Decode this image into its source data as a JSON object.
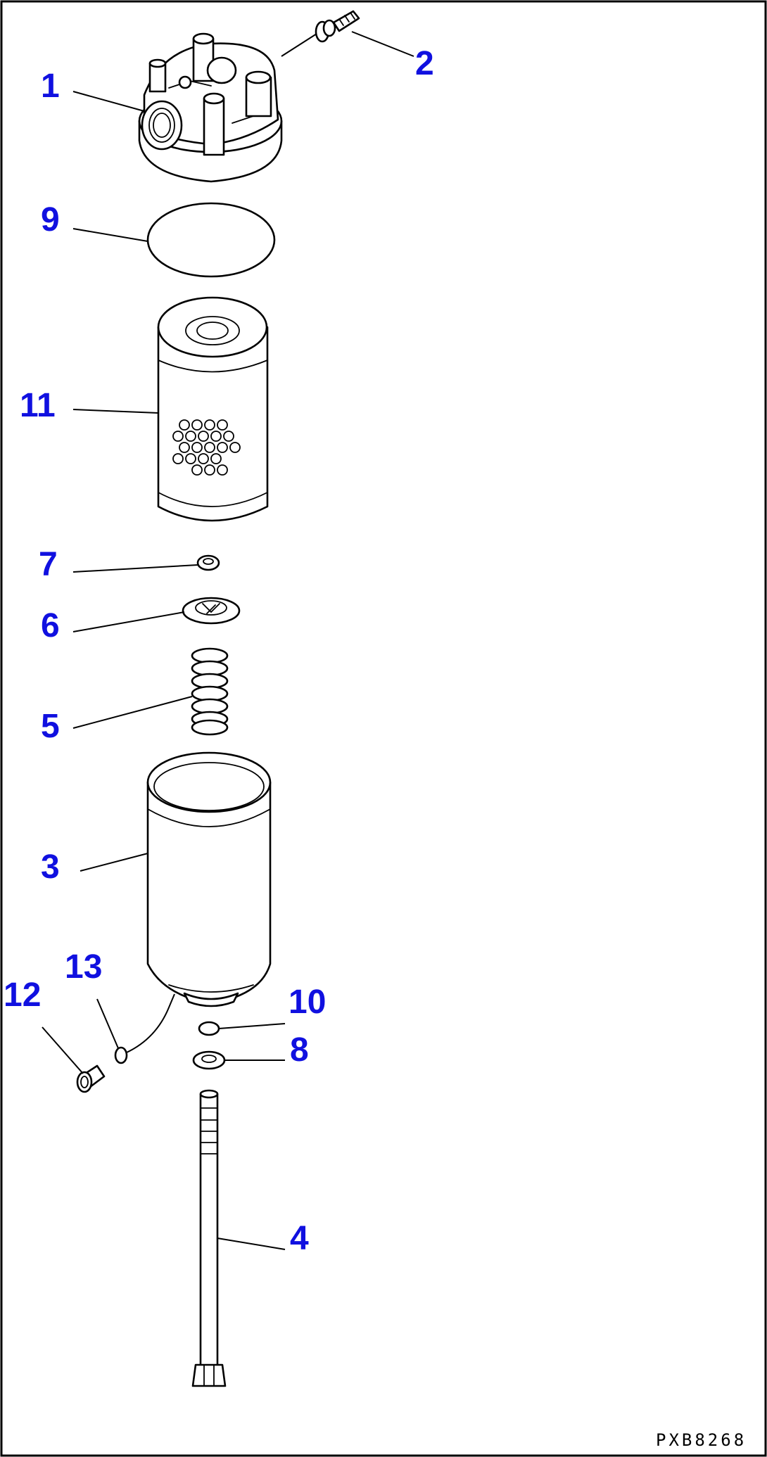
{
  "callouts": {
    "c1": "1",
    "c2": "2",
    "c3": "3",
    "c4": "4",
    "c5": "5",
    "c6": "6",
    "c7": "7",
    "c8": "8",
    "c9": "9",
    "c10": "10",
    "c11": "11",
    "c12": "12",
    "c13": "13"
  },
  "drawing_code": "PXB8268",
  "colors": {
    "callout": "#1010e0",
    "line": "#000000",
    "background": "#ffffff"
  }
}
